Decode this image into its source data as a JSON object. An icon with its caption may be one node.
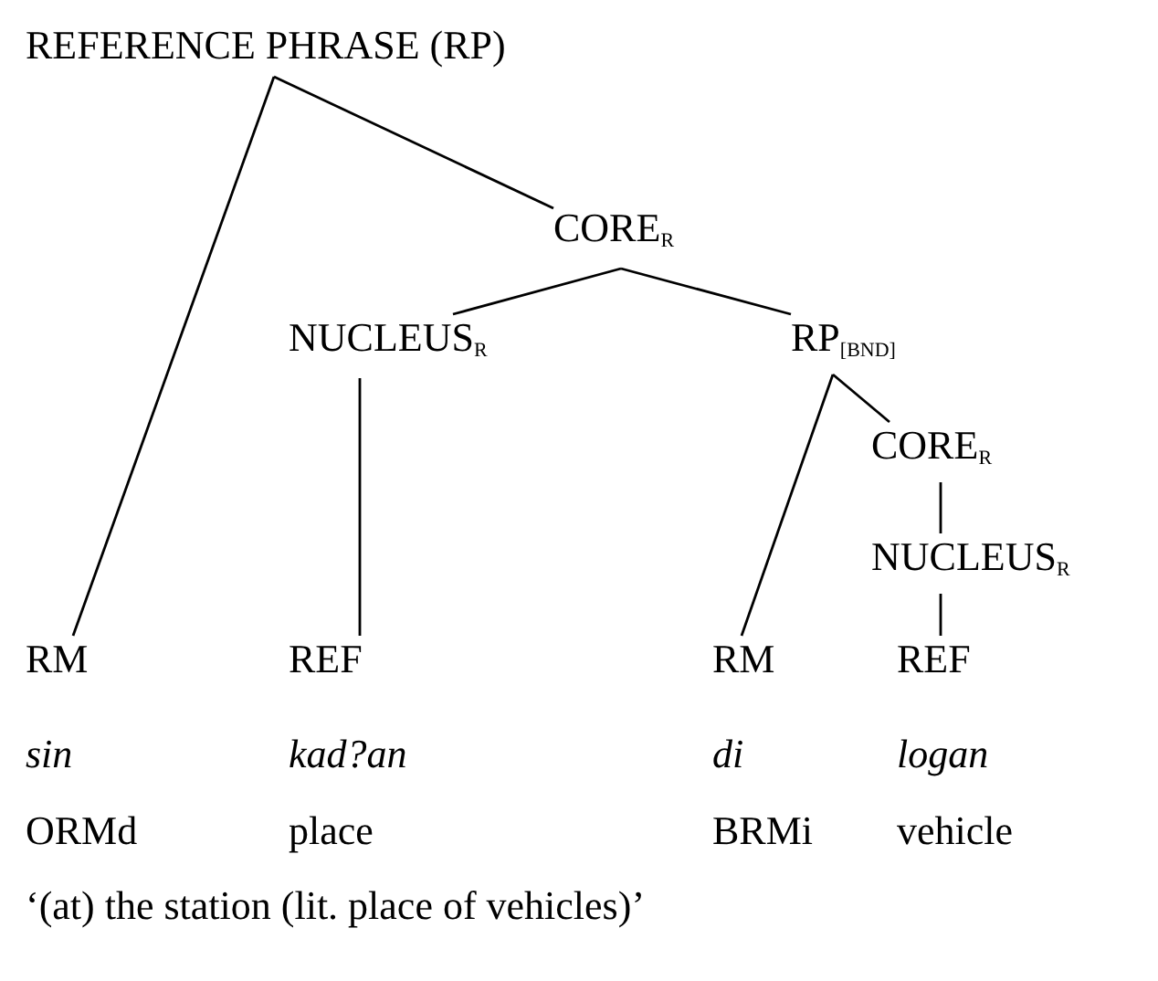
{
  "diagram": {
    "caption": "‘(at) the station (lit. place of vehicles)’",
    "nodes": [
      {
        "text": [
          "REFERENCE PHRASE (RP)"
        ]
      },
      {
        "text": [
          "CORE$_{R}$"
        ]
      },
      {
        "text": [
          "NUCLEUS$_{R}$"
        ]
      },
      {
        "text": [
          "RP$_{[BND]}$"
        ]
      },
      {
        "text": [
          "CORE$_{R}$"
        ]
      },
      {
        "text": [
          "NUCLEUS$_{R}$"
        ]
      },
      {
        "text": [
          "RM"
        ]
      },
      {
        "text": [
          "REF"
        ]
      },
      {
        "text": [
          "RM"
        ]
      },
      {
        "text": [
          "REF"
        ]
      }
    ],
    "edges": [
      {
        "from": 0,
        "to": 6,
        "arrow": "none"
      },
      {
        "from": 0,
        "to": 1,
        "arrow": "none"
      },
      {
        "from": 1,
        "to": 2,
        "arrow": "none"
      },
      {
        "from": 1,
        "to": 3,
        "arrow": "none"
      },
      {
        "from": 2,
        "to": 7,
        "arrow": "none"
      },
      {
        "from": 3,
        "to": 8,
        "arrow": "none"
      },
      {
        "from": 3,
        "to": 4,
        "arrow": "none"
      },
      {
        "from": 4,
        "to": 5,
        "arrow": "none"
      },
      {
        "from": 5,
        "to": 9,
        "arrow": "none"
      }
    ],
    "labels": [
      "sin",
      "kad?an",
      "di",
      "logan",
      "ORMd",
      "place",
      "BRMi",
      "vehicle"
    ]
  }
}
